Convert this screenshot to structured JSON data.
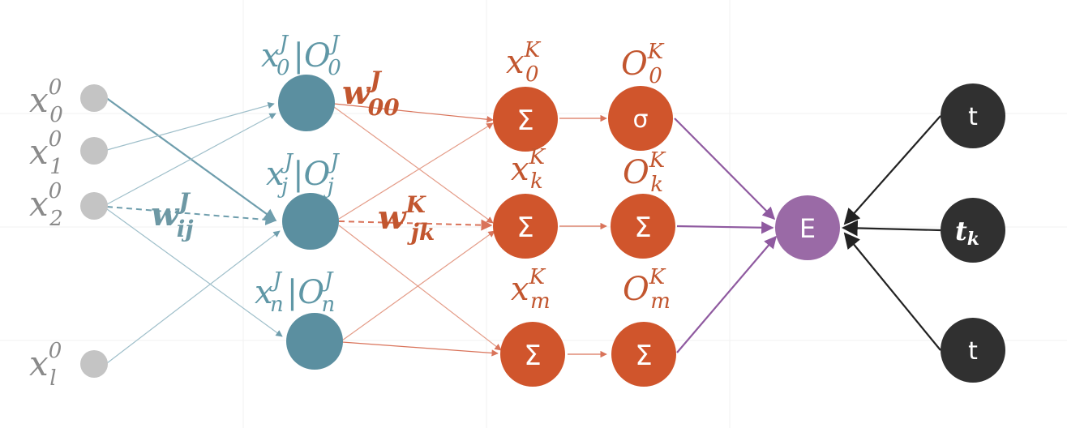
{
  "colors": {
    "input_node": "#bdbdbd",
    "hidden_node": "#5b8fa0",
    "output_node": "#d0552c",
    "error_node": "#9a6aa6",
    "target_node": "#303030",
    "blue_edge": "#6f9ead",
    "red_edge": "#d9735a",
    "purple_edge": "#8f5aa0",
    "black_edge": "#222222",
    "label_gray": "#8a8a8a",
    "label_blue": "#5f97a6",
    "label_red": "#c2562f"
  },
  "inputs": [
    {
      "base": "x",
      "sup": "0",
      "sub": "0"
    },
    {
      "base": "x",
      "sup": "0",
      "sub": "1"
    },
    {
      "base": "x",
      "sup": "0",
      "sub": "2"
    },
    {
      "base": "x",
      "sup": "0",
      "sub": "l"
    }
  ],
  "hidden": [
    {
      "x_base": "x",
      "x_sup": "J",
      "x_sub": "0",
      "sep": "|",
      "o_base": "O",
      "o_sup": "J",
      "o_sub": "0"
    },
    {
      "x_base": "x",
      "x_sup": "J",
      "x_sub": "j",
      "sep": "|",
      "o_base": "O",
      "o_sup": "J",
      "o_sub": "j"
    },
    {
      "x_base": "x",
      "x_sup": "J",
      "x_sub": "n",
      "sep": "|",
      "o_base": "O",
      "o_sup": "J",
      "o_sub": "n"
    }
  ],
  "sum_nodes": [
    {
      "symbol": "Σ",
      "base": "x",
      "sup": "K",
      "sub": "0"
    },
    {
      "symbol": "Σ",
      "base": "x",
      "sup": "K",
      "sub": "k"
    },
    {
      "symbol": "Σ",
      "base": "x",
      "sup": "K",
      "sub": "m"
    }
  ],
  "act_nodes": [
    {
      "symbol": "σ",
      "base": "O",
      "sup": "K",
      "sub": "0"
    },
    {
      "symbol": "Σ",
      "base": "O",
      "sup": "K",
      "sub": "k"
    },
    {
      "symbol": "Σ",
      "base": "O",
      "sup": "K",
      "sub": "m"
    }
  ],
  "weights": {
    "w_ij": {
      "base": "w",
      "sup": "J",
      "sub": "ij"
    },
    "w_00": {
      "base": "w",
      "sup": "J",
      "sub": "00"
    },
    "w_jk": {
      "base": "w",
      "sup": "K",
      "sub": "jk"
    }
  },
  "error_node": {
    "symbol": "E"
  },
  "targets": [
    {
      "base": "t",
      "sub": ""
    },
    {
      "base": "t",
      "sub": "k"
    },
    {
      "base": "t",
      "sub": ""
    }
  ]
}
